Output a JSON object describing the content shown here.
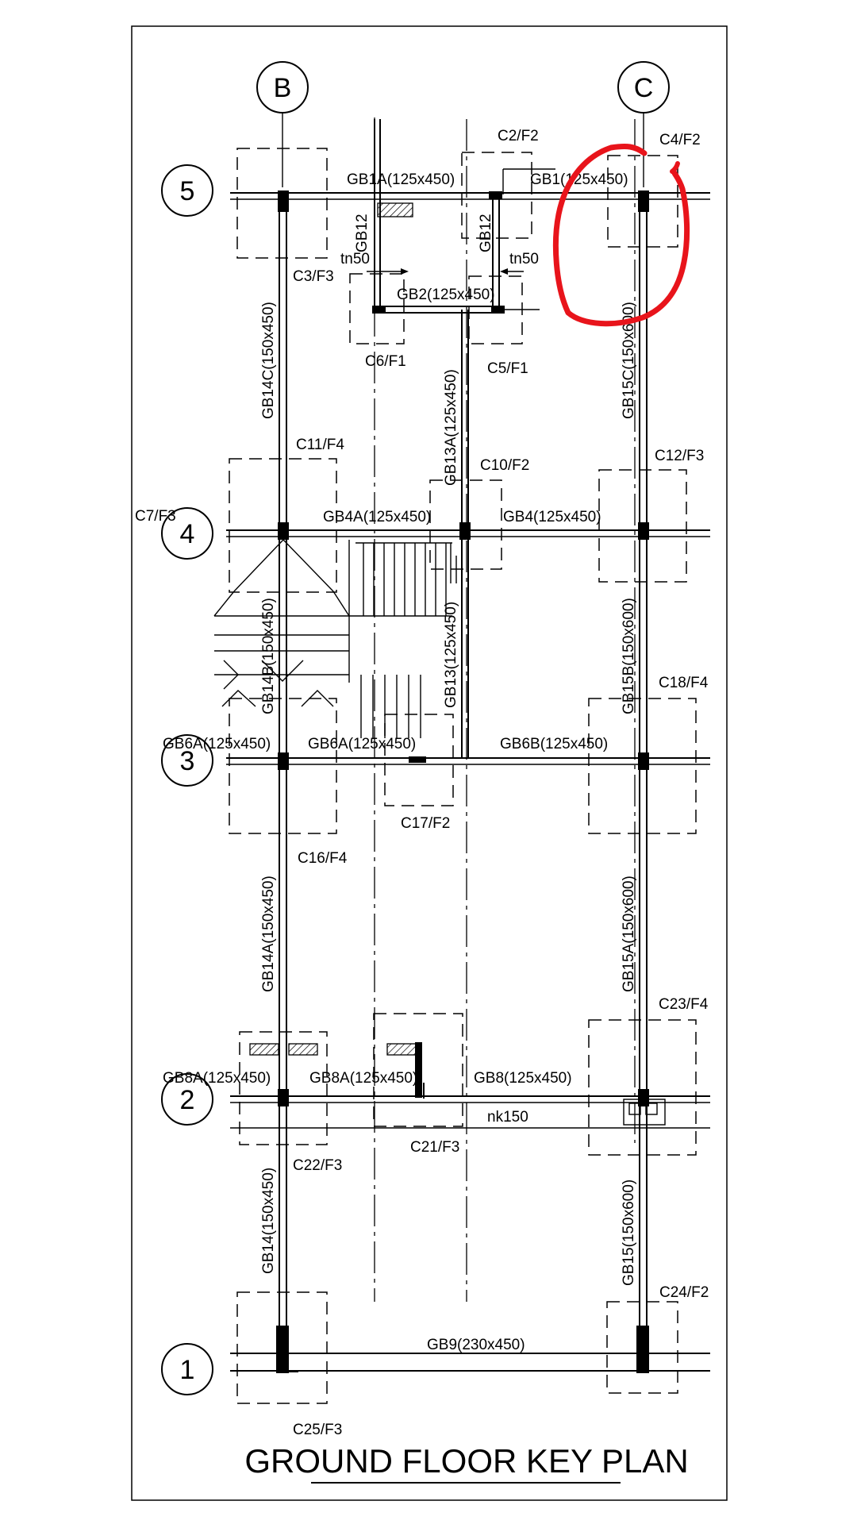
{
  "title": "GROUND FLOOR KEY PLAN",
  "grid_axes": {
    "columns": [
      "B",
      "C"
    ],
    "rows": [
      "5",
      "4",
      "3",
      "2",
      "1"
    ]
  },
  "columns": {
    "c2": "C2/F2",
    "c4": "C4/F2",
    "c3": "C3/F3",
    "c6": "C6/F1",
    "c5": "C5/F1",
    "c11": "C11/F4",
    "c10": "C10/F2",
    "c12": "C12/F3",
    "c7": "C7/F3",
    "c18": "C18/F4",
    "c16": "C16/F4",
    "c17": "C17/F2",
    "c23": "C23/F4",
    "c22": "C22/F3",
    "c21": "C21/F3",
    "c24": "C24/F2",
    "c25": "C25/F3"
  },
  "beams": {
    "gb1a": "GB1A(125x450)",
    "gb1": "GB1(125x450)",
    "gb12_left": "GB12",
    "gb12_right": "GB12",
    "tn50_left": "tn50",
    "tn50_right": "tn50",
    "gb2": "GB2(125x450)",
    "gb14c": "GB14C(150x450)",
    "gb15c": "GB15C(150x600)",
    "gb13a": "GB13A(125x450)",
    "gb4a": "GB4A(125x450)",
    "gb4": "GB4(125x450)",
    "gb14b": "GB14B(150x450)",
    "gb13": "GB13(125x450)",
    "gb15b": "GB15B(150x600)",
    "gb6a_left": "GB6A(125x450)",
    "gb6a_mid": "GB6A(125x450)",
    "gb6b": "GB6B(125x450)",
    "gb14a": "GB14A(150x450)",
    "gb15a": "GB15A(150x600)",
    "gb8a_left": "GB8A(125x450)",
    "gb8a_mid": "GB8A(125x450)",
    "gb8": "GB8(125x450)",
    "nk150": "nk150",
    "gb14": "GB14(150x450)",
    "gb15": "GB15(150x600)",
    "gb9": "GB9(230x450)"
  },
  "annotation_color": "#e8141b"
}
